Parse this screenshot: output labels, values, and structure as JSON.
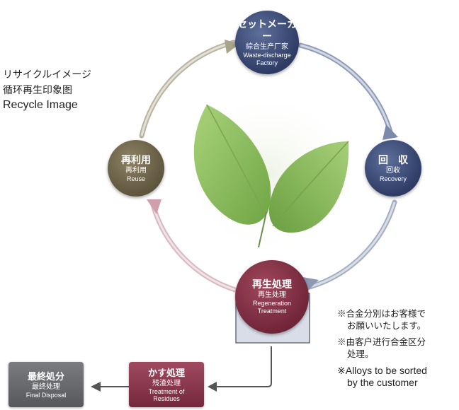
{
  "title": {
    "jp": "リサイクルイメージ",
    "cn": "循环再生印象图",
    "en": "Recycle Image"
  },
  "nodes": {
    "top": {
      "jp": "セットメーカー",
      "cn": "綜合生产厂家",
      "en1": "Waste-discharge",
      "en2": "Factory"
    },
    "right": {
      "jp": "回　収",
      "cn": "回收",
      "en": "Recovery"
    },
    "bottom": {
      "jp": "再生処理",
      "cn": "再生处理",
      "en1": "Regeneration",
      "en2": "Treatment"
    },
    "left": {
      "jp": "再利用",
      "cn": "再利用",
      "en": "Reuse"
    }
  },
  "boxes": {
    "residue": {
      "jp": "かす処理",
      "cn": "残渣处理",
      "en1": "Treatment of",
      "en2": "Residues"
    },
    "final": {
      "jp": "最終処分",
      "cn": "最终处理",
      "en": "Final Disposal"
    }
  },
  "notes": {
    "jp_line1": "※合金分別はお客様で",
    "jp_line2": "お願いいたします。",
    "cn_line1": "※由客户进行合金区分",
    "cn_line2": "处理。",
    "en_line1": "※Alloys to be sorted",
    "en_line2": "by the customer"
  },
  "colors": {
    "navy": "#2f3d66",
    "olive": "#5f563e",
    "maroon": "#72263a",
    "gray_box": "#56585c",
    "leaf": "#8cbf5a"
  }
}
